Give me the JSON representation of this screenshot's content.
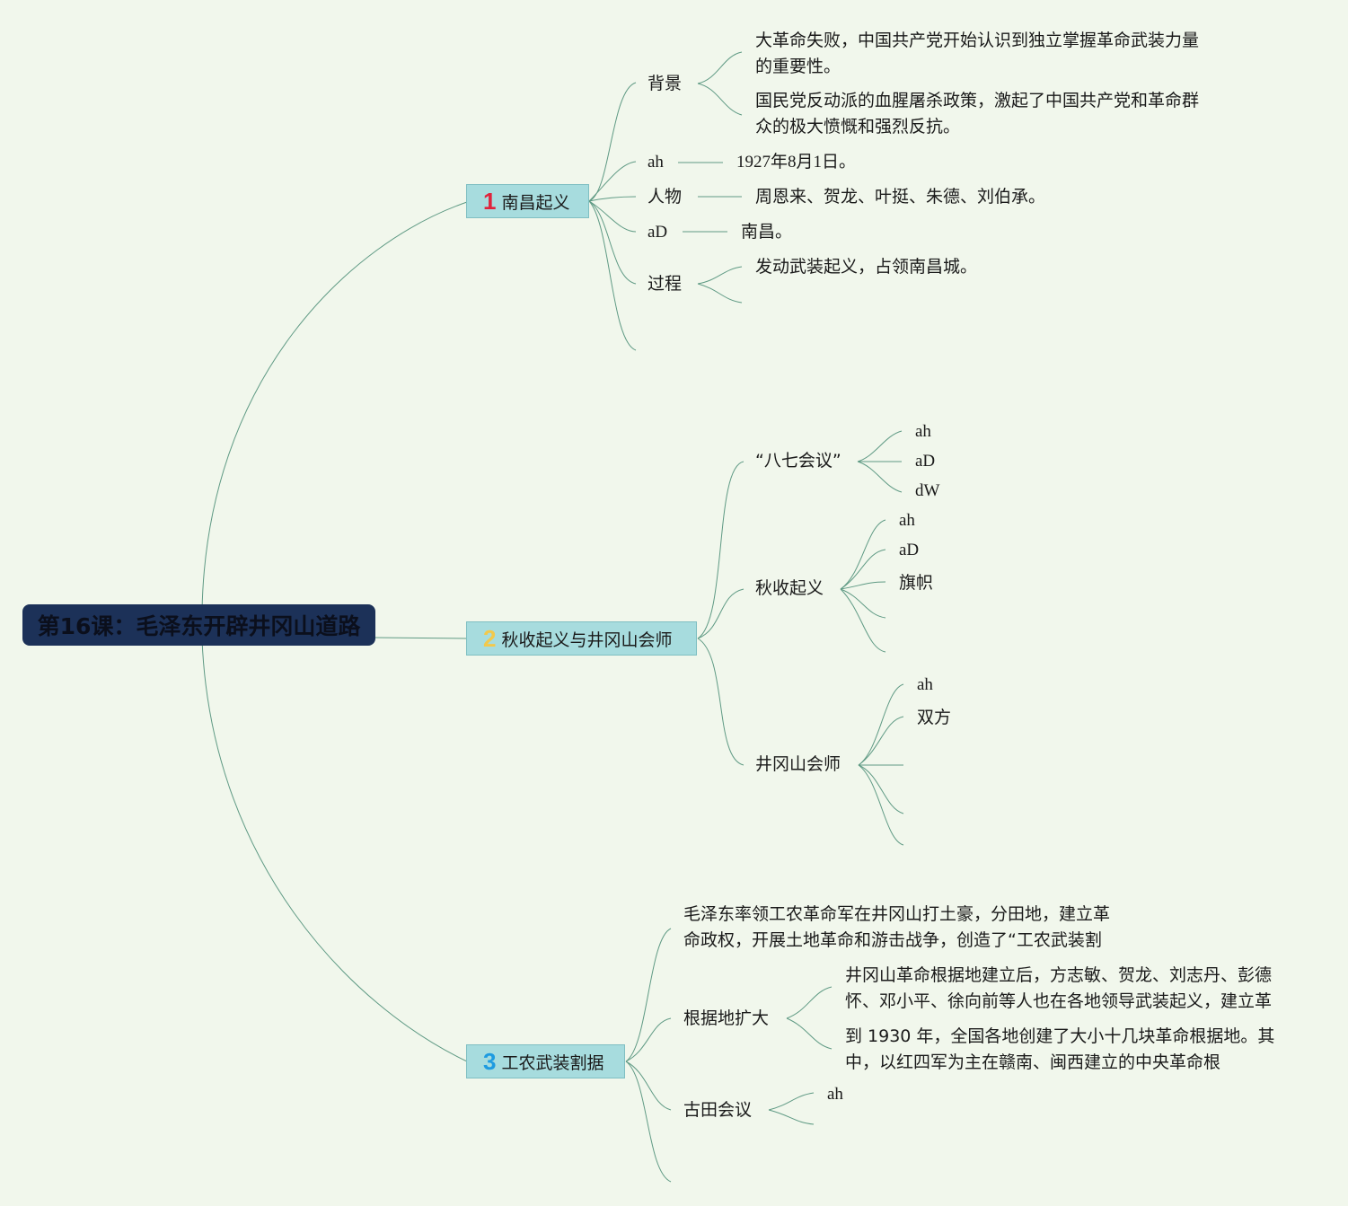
{
  "root": {
    "title": "第16课：毛泽东开辟井冈山道路"
  },
  "topics": [
    {
      "number": "1",
      "number_color": "#e0233c",
      "label": "南昌起义",
      "children": {
        "beijing": {
          "label": "背景",
          "items": [
            "大革命失败，中国共产党开始认识到独立掌握革命武装力量的重要性。",
            "国民党反动派的血腥屠杀政策，激起了中国共产党和革命群众的极大愤慨和强烈反抗。"
          ]
        },
        "time": {
          "label": "ah",
          "value": "1927年8月1日。"
        },
        "people": {
          "label": "人物",
          "value": "周恩来、贺龙、叶挺、朱德、刘伯承。"
        },
        "place": {
          "label": "aD",
          "value": "南昌。"
        },
        "process": {
          "label": "过程",
          "items": [
            "发动武装起义，占领南昌城。"
          ]
        }
      }
    },
    {
      "number": "2",
      "number_color": "#f2c94c",
      "label": "秋收起义与井冈山会师",
      "children": {
        "bqhy": {
          "label": "“八七会议”",
          "items": [
            "ah",
            "aD",
            "dW"
          ]
        },
        "qsqy": {
          "label": "秋收起义",
          "items": [
            "ah",
            "aD",
            "旗帜"
          ]
        },
        "jgshs": {
          "label": "井冈山会师",
          "items": [
            "ah",
            "双方"
          ]
        }
      }
    },
    {
      "number": "3",
      "number_color": "#1e9be0",
      "label": "工农武装割据",
      "children": {
        "summary": [
          "毛泽东率领工农革命军在井冈山打土豪，分田地，建立革",
          "命政权，开展土地革命和游击战争，创造了“工农武装割"
        ],
        "expand": {
          "label": "根据地扩大",
          "items": [
            "井冈山革命根据地建立后，方志敏、贺龙、刘志丹、彭德",
            "怀、邓小平、徐向前等人也在各地领导武装起义，建立革",
            "到 1930 年，全国各地创建了大小十几块革命根据地。其",
            "中，以红四军为主在赣南、闽西建立的中央革命根"
          ]
        },
        "gutian": {
          "label": "古田会议",
          "items": [
            "ah"
          ]
        }
      }
    }
  ],
  "colors": {
    "background": "#f1f7ec",
    "root_bg": "#1c3158",
    "topic_bg": "#a7dcde",
    "line": "#5f9a84"
  }
}
